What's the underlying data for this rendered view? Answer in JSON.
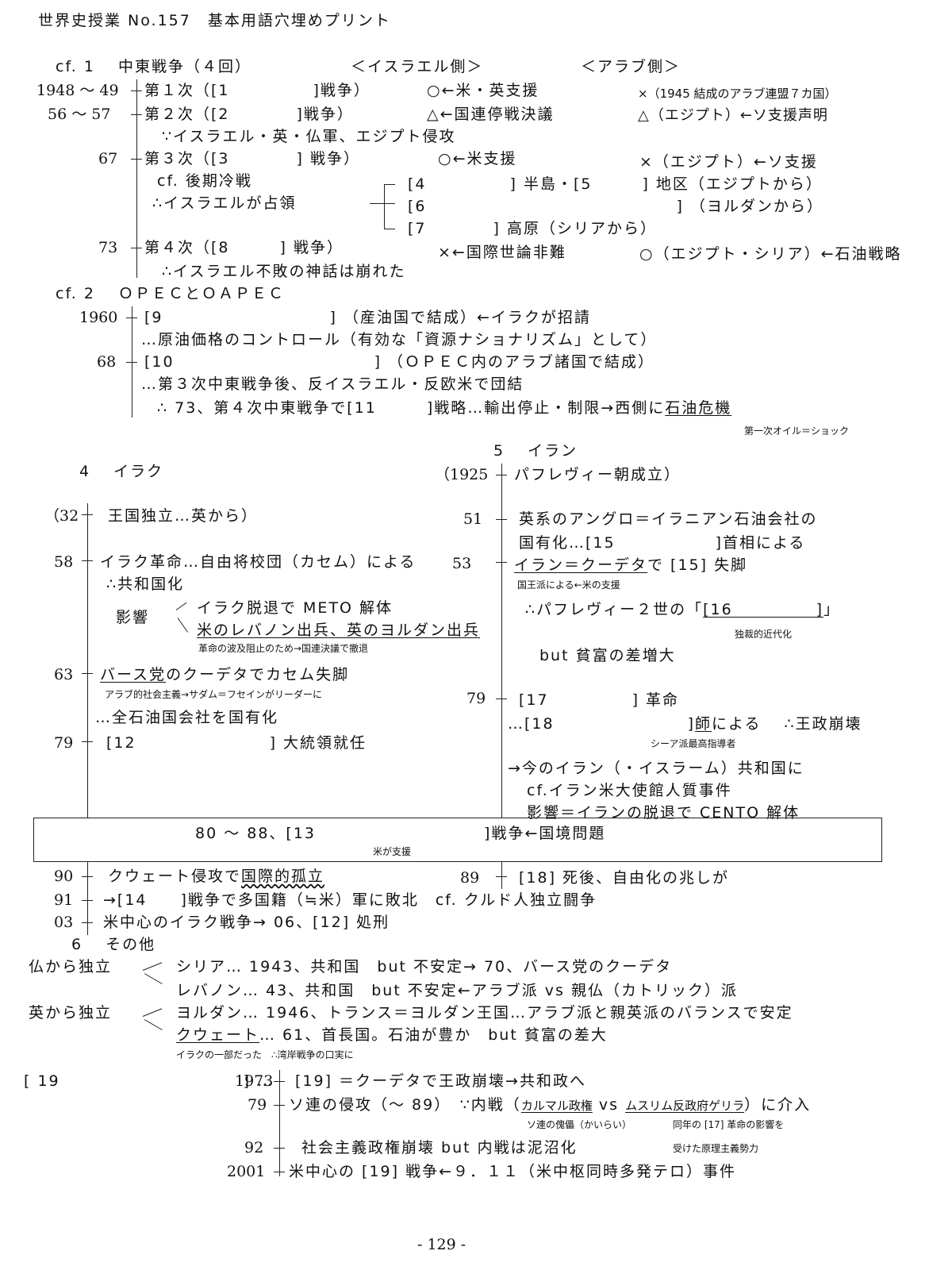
{
  "header": {
    "title": "世界史授業 No.157　基本用語穴埋めプリント"
  },
  "mideast": {
    "heading": "cf. 1　 中東戦争（４回）",
    "israel_side": "＜イスラエル側＞",
    "arab_side": "＜アラブ側＞",
    "years": [
      "1948 ～ 49",
      "56 ～ 57",
      "67",
      "73"
    ],
    "war1": "第１次（[1　　　　　]戦争）",
    "war1_israel": "○←米・英支援",
    "war1_arab": "×（1945 結成のアラブ連盟７カ国）",
    "war2": "第２次（[2　　　　]戦争）",
    "war2_israel": "△←国連停戦決議",
    "war2_arab": "△（エジプト）←ソ支援声明",
    "war2_note": "∵イスラエル・英・仏軍、エジプト侵攻",
    "war3": "第３次（[3　　　　] 戦争）",
    "war3_israel": "○←米支援",
    "war3_arab": "×（エジプト）←ソ支援",
    "war3_cf": "cf. 後期冷戦",
    "war3_occupy": "∴イスラエルが占領",
    "occupied": [
      "[4　　　　　] 半島・[5　　　] 地区（エジプトから）",
      "[6　　　　　　　　　　　　　　　] （ヨルダンから）",
      "[7　　　　] 高原（シリアから）"
    ],
    "war4": "第４次（[8　　　] 戦争）",
    "war4_israel": "×←国際世論非難",
    "war4_arab": "○（エジプト・シリア）←石油戦略",
    "war4_note": "∴イスラエル不敗の神話は崩れた"
  },
  "opec": {
    "heading": "cf. 2　 ＯＰＥＣとＯＡＰＥＣ",
    "years": [
      "1960",
      "68"
    ],
    "l1": "[9　　　　　　　　　　] （産油国で結成）←イラクが招請",
    "l2": "…原油価格のコントロール（有効な「資源ナショナリズム」として）",
    "l3": "[10　　　　　　　　　　　　] （ＯＰＥＣ内のアラブ諸国で結成）",
    "l4": "…第３次中東戦争後、反イスラエル・反欧米で団結",
    "l5_pre": "∴ 73、第４次中東戦争で[11　　　]戦略…輸出停止・制限→西側に",
    "l5_term": "石油危機",
    "l5_note": "第一次オイル＝ショック"
  },
  "iraq": {
    "heading": "4　 イラク",
    "years": [
      "（32",
      "58",
      "63",
      "79"
    ],
    "l32": "王国独立…英から）",
    "l58": "イラク革命…自由将校団（カセム）による",
    "l58b": "∴共和国化",
    "impact": "影響",
    "imp1": "イラク脱退で METO 解体",
    "imp2": "米のレバノン出兵、英のヨルダン出兵",
    "imp_note": "革命の波及阻止のため→国連決議で撤退",
    "l63_term": "バース党",
    "l63": "のクーデタでカセム失脚",
    "l63_note": "アラブ的社会主義→サダム＝フセインがリーダーに",
    "l63b": "…全石油国会社を国有化",
    "l79": "[12　　　　　　　　] 大統領就任"
  },
  "iran": {
    "heading": "5　 イラン",
    "years": [
      "（1925",
      "51",
      "53",
      "79"
    ],
    "l25": "パフレヴィー朝成立）",
    "l51": "英系のアングロ＝イラニアン石油会社の",
    "l51b": "国有化…[15　　　　　　]首相による",
    "l53_term": "イラン＝クーデタ",
    "l53": "で [15] 失脚",
    "l53_note": "国王派による←米の支援",
    "l53b_pre": "∴パフレヴィー２世の「",
    "l53b_blank": "[16　　　　　]",
    "l53b_post": "」",
    "l53b_note": "独裁的近代化",
    "l53c": "but 貧富の差増大",
    "l79": "[17　　　　　] 革命",
    "l79b_pre": "…[18　　　　　　　　]",
    "l79b_term": "師",
    "l79b_post": "による　 ∴王政崩壊",
    "l79b_note": "シーア派最高指導者",
    "l79c": "→今のイラン（・イスラーム）共和国に",
    "l79d": "cf.イラン米大使館人質事件",
    "l79e": "影響＝イランの脱退で CENTO 解体"
  },
  "iraniraq": {
    "text_pre": "80 ～ 88、[13",
    "text_post": "]戦争←国境問題",
    "note": "米が支援"
  },
  "after": {
    "y90": "90",
    "l90_pre": "クウェート侵攻で",
    "l90_term": "国際的孤立",
    "y91": "91",
    "l91": "→[14　　]戦争で多国籍（≒米）軍に敗北　cf. クルド人独立闘争",
    "y03": "03",
    "l03": "米中心のイラク戦争→ 06、[12] 処刑",
    "y89": "89",
    "l89": "[18] 死後、自由化の兆しが"
  },
  "others": {
    "heading": "6　 その他",
    "fr": "仏から独立",
    "syria": "シリア… 1943、共和国　but 不安定→ 70、バース党のクーデタ",
    "lebanon": "レバノン… 43、共和国　but 不安定←アラブ派 vs 親仏（カトリック）派",
    "uk": "英から独立",
    "jordan": "ヨルダン… 1946、トランス＝ヨルダン王国…アラブ派と親英派のバランスで安定",
    "kuwait_term": "クウェート",
    "kuwait": "… 61、首長国。石油が豊か　but 貧富の差大",
    "kuwait_note": "イラクの一部だった　∴湾岸戦争の口実に"
  },
  "afghan": {
    "blank": "[ 19　　　　　　　　　　　] …",
    "years": [
      "1973",
      "79",
      "92",
      "2001"
    ],
    "l73": "[19] ＝クーデタで王政崩壊→共和政へ",
    "l79_pre": "ソ連の侵攻（～ 89）　∵内戦（",
    "l79_a": "カルマル政権",
    "l79_vs": " vs ",
    "l79_b": "ムスリム反政府ゲリラ",
    "l79_post": "）に介入",
    "note_a": "ソ連の傀儡（かいらい）",
    "note_b": "同年の [17] 革命の影響を",
    "l92": "社会主義政権崩壊 but 内戦は泥沼化",
    "note_c": "受けた原理主義勢力",
    "l2001": "米中心の [19] 戦争←９．１１（米中枢同時多発テロ）事件"
  },
  "footer": {
    "page": "- 129 -"
  }
}
